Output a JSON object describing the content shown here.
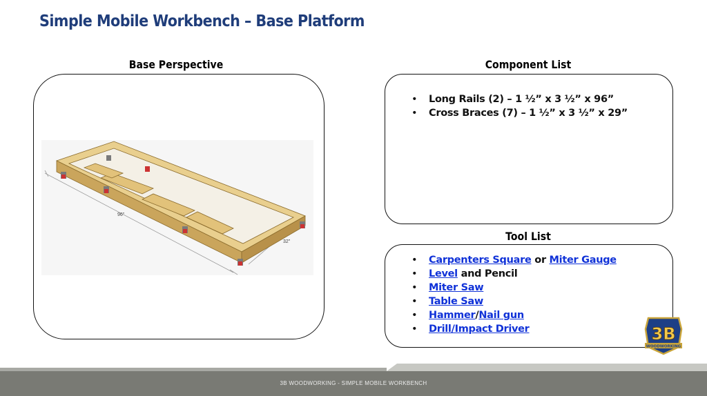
{
  "title": "Simple Mobile Workbench – Base Platform",
  "perspective": {
    "heading": "Base Perspective",
    "dim_length": "96\"",
    "dim_width": "32\""
  },
  "components": {
    "heading": "Component List",
    "items": [
      "Long Rails (2) – 1 ½” x 3 ½” x 96”",
      "Cross Braces (7) – 1 ½” x 3 ½” x 29”"
    ]
  },
  "tools": {
    "heading": "Tool List",
    "items": [
      {
        "link1": "Carpenters Square",
        "mid": " or ",
        "link2": "Miter Gauge"
      },
      {
        "link1": "Level",
        "mid": " and Pencil",
        "link2": ""
      },
      {
        "link1": "Miter Saw",
        "mid": "",
        "link2": ""
      },
      {
        "link1": "Table Saw",
        "mid": "",
        "link2": ""
      },
      {
        "link1": "Hammer",
        "mid": "/",
        "link2": "Nail gun"
      },
      {
        "link1": "Drill/Impact Driver",
        "mid": "",
        "link2": ""
      }
    ]
  },
  "logo": {
    "brand_text": "3B",
    "sub_text": "WOODWORKING"
  },
  "footer": {
    "text": "3B WOODWORKING - SIMPLE MOBILE WORKBENCH"
  },
  "colors": {
    "title": "#1f3d7a",
    "link": "#1032d8",
    "wood": "#e2c27a",
    "footer": "#797a74"
  }
}
